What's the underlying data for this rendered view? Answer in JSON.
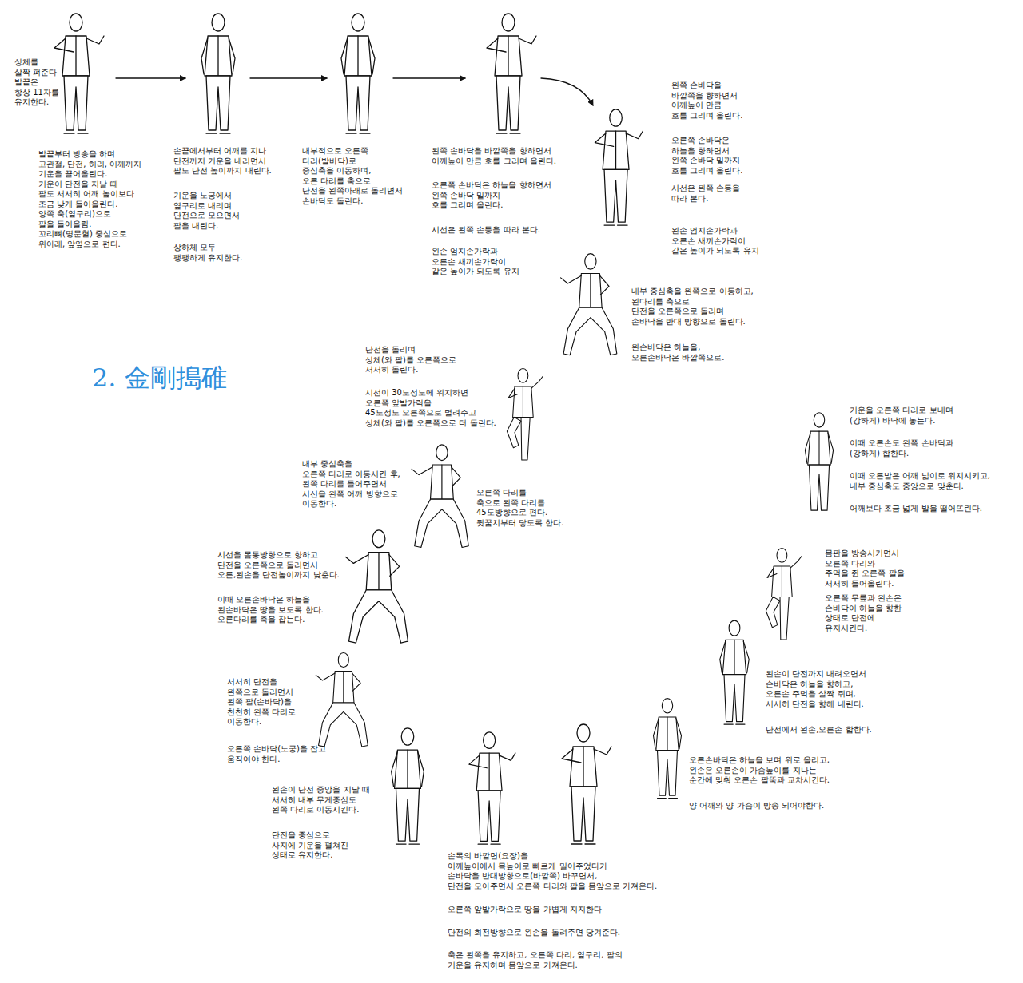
{
  "diagram": {
    "title": "2. 金剛搗碓",
    "labels": [
      "상체를 살짝 펴준다 발끝은 항상 11자를 유지한다.",
      "발끝부터 방송을 하며 고관절, 단전, 허리, 어깨까지 기운을 끌어올린다. 기운이 단전을 지날 때 팔도 서서히 어깨 높이보다 조금 낮게 들어올린다. 양쪽 축(옆구리)으로 팔을 들어올림. 꼬리뼈(명문혈) 중심으로 위아래, 앞옆으로 편다.",
      "손끝에서부터 어깨를 지나 단전까지 기운을 내리면서 팔도 단전 높이까지 내린다.",
      "기운을 노궁에서 옆구리로 내리며 단전으로 모으면서 팔을 내린다.",
      "상하체 모두 팽팽하게 유지한다.",
      "내부적으로 오른쪽 다리(발바닥)로 중심축을 이동하며, 오른 다리를 축으로 단전을 왼쪽아래로 돌리면서 손바닥도 돌린다.",
      "왼쪽 손바닥을 바깥쪽을 향하면서 어깨높이 만큼 호를 그리며 올린다.",
      "오른쪽 손바닥은 하늘을 향하면서 왼쪽 손바닥 밑까지 호를 그리며 올린다.",
      "시선은 왼쪽 손등을 따라 본다.",
      "왼손 엄지손가락과 오른손 새끼손가락이 같은 높이가 되도록 유지",
      "왼쪽 손바닥을 바깥쪽을 향하면서 어깨높이 만큼 호를 그리며 올린다.",
      "오른쪽 손바닥은 하늘을 향하면서 왼쪽 손바닥 밑까지 호를 그리며 올린다.",
      "시선은 왼쪽 손등을 따라 본다.",
      "왼손 엄지손가락과 오른손 새끼손가락이 같은 높이가 되도록 유지",
      "내부 중심축을 왼쪽으로 이동하고, 왼다리를 축으로 단전을 오른쪽으로 돌리며 손바닥을 반대 방향으로 돌린다.",
      "왼손바닥은 하늘을, 오른손바닥은 바깥쪽으로.",
      "단전을 돌리며 상체(와 팔)를 오른쪽으로 서서히 돌린다.",
      "시선이 30도정도에 위치하면 오른쪽 앞발가락을 45도정도 오른쪽으로 벌려주고 상체(와 팔)를 오른쪽으로 더 돌린다.",
      "내부 중심축을 오른쪽 다리로 이동시킨 후, 왼쪽 다리를 들어주면서 시선을 왼쪽 어깨 방향으로 이동한다.",
      "오른쪽 다리를 축으로 왼쪽 다리를 45도방향으로 편다. 뒷꿈치부터 닿도록 한다.",
      "시선을 몸통방향으로 향하고 단전을 오른쪽으로 돌리면서 오른,왼손을 단전높이까지 낮춘다.",
      "이때 오른손바닥은 하늘을 왼손바닥은 땅을 보도록 한다. 오른다리를 축을 잡는다.",
      "서서히 단전을 왼쪽으로 돌리면서 왼쪽 팔(손바닥)을 천천히 왼쪽 다리로 이동한다.",
      "오른쪽 손바닥(노궁)을 잡고 움직여야 한다.",
      "왼손이 단전 중앙을 지날 때 서서히 내부 무게중심도 왼쪽 다리로 이동시킨다.",
      "단전을 중심으로 사지에 기운을 펼쳐진 상태로 유지한다.",
      "손목의 바깥면(요장)을 어깨높이에서 목높이로 빠르게 밀어주었다가 손바닥을 반대방향으로(바깥쪽) 바꾸면서, 단전을 모아주면서 오른쪽 다리와 팔을 몸앞으로 가져온다.",
      "오른쪽 앞발가락으로 땅을 가볍게 지지한다",
      "단전의 회전방향으로 왼손을 돌려주면 당겨준다.",
      "축은 왼쪽을 유지하고, 오른쪽 다리, 옆구리, 팔의 기운을 유지하며 몸앞으로 가져온다.",
      "오른손바닥은 하늘을 보며 위로 올리고, 왼손은 오른손이 가슴높이를 지나는 순간에 맞춰 오른손 팔뚝과 교차시킨다.",
      "양 어깨와 양 가슴이 방송 되어야한다.",
      "왼손이 단전까지 내려오면서 손바닥은 하늘을 향하고, 오른손 주먹을 살짝 쥐며, 서서히 단전을 향해 내린다.",
      "단전에서 왼손,오른손 합한다.",
      "몸판을 방송시키면서 오른쪽 다리와 주먹을 쥔 오른쪽 팔을 서서히 들어올린다.",
      "오른쪽 무릎과 왼손은 손바닥이 하늘을 향한 상태로 단전에 유지시킨다.",
      "기운을 오른쪽 다리로 보내며 (강하게) 바닥에 놓는다.",
      "이때 오른손도 왼쪽 손바닥과 (강하게) 합한다.",
      "이때 오른발은 어깨 넓이로 위치시키고, 내부 중심축도 중앙으로 맞춘다.",
      "어깨보다 조금 넓게 발을 떨어뜨린다."
    ]
  }
}
